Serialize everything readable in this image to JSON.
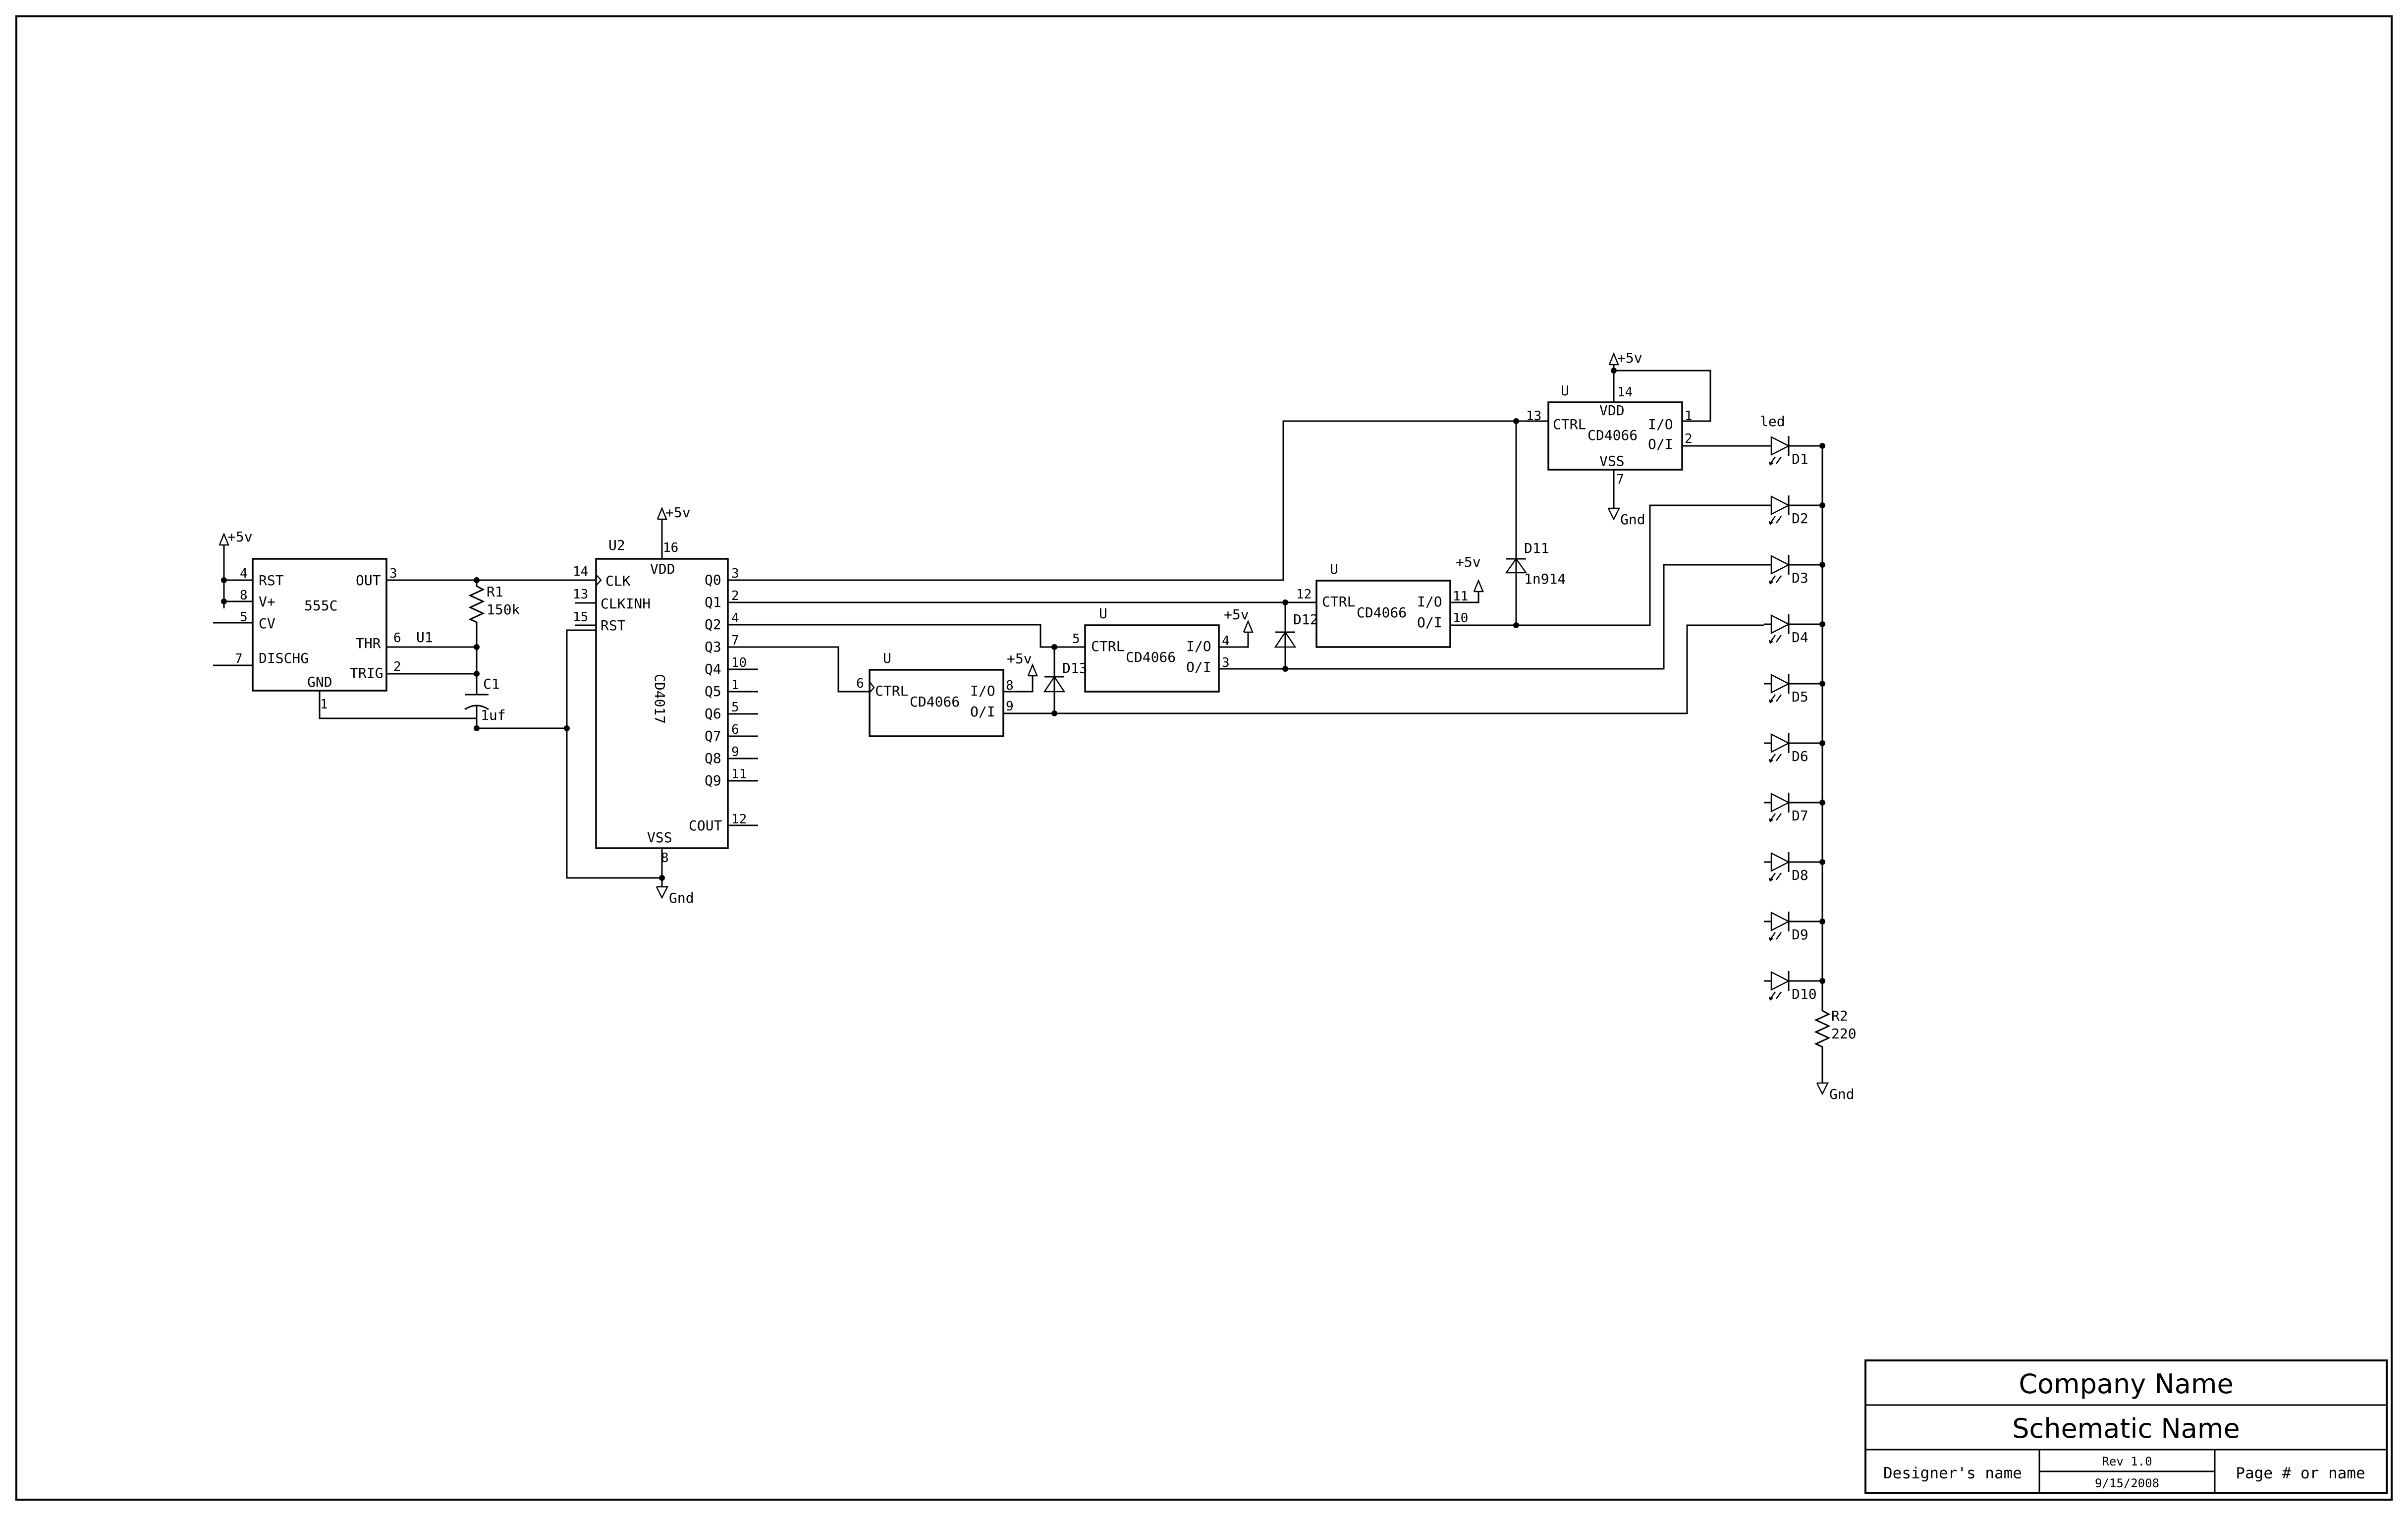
{
  "u1": {
    "ref": "U1",
    "part": "555C",
    "pins": {
      "rst": "RST",
      "vplus": "V+",
      "cv": "CV",
      "dischg": "DISCHG",
      "out": "OUT",
      "thr": "THR",
      "trig": "TRIG",
      "gnd": "GND"
    },
    "pin_numbers": {
      "rst": "4",
      "vplus": "8",
      "cv": "5",
      "dischg": "7",
      "out": "3",
      "thr": "6",
      "trig": "2",
      "gnd": "1"
    }
  },
  "u2": {
    "ref": "U2",
    "part": "CD4017",
    "pins": {
      "vdd": "VDD",
      "clk": "CLK",
      "clkinh": "CLKINH",
      "rst": "RST",
      "vss": "VSS",
      "cout": "COUT",
      "outputs": [
        "Q0",
        "Q1",
        "Q2",
        "Q3",
        "Q4",
        "Q5",
        "Q6",
        "Q7",
        "Q8",
        "Q9"
      ]
    },
    "pin_numbers": {
      "vdd": "16",
      "clk": "14",
      "clkinh": "13",
      "rst": "15",
      "vss": "8",
      "cout": "12",
      "outputs": [
        "3",
        "2",
        "4",
        "7",
        "10",
        "1",
        "5",
        "6",
        "9",
        "11"
      ]
    }
  },
  "switches": [
    {
      "ref": "U",
      "part": "CD4066",
      "ctrl": "CTRL",
      "io": "I/O",
      "oi": "O/I",
      "ctrl_pin": "6",
      "io_pin": "8",
      "oi_pin": "9"
    },
    {
      "ref": "U",
      "part": "CD4066",
      "ctrl": "CTRL",
      "io": "I/O",
      "oi": "O/I",
      "ctrl_pin": "5",
      "io_pin": "4",
      "oi_pin": "3"
    },
    {
      "ref": "U",
      "part": "CD4066",
      "ctrl": "CTRL",
      "io": "I/O",
      "oi": "O/I",
      "ctrl_pin": "12",
      "io_pin": "11",
      "oi_pin": "10"
    },
    {
      "ref": "U",
      "part": "CD4066",
      "ctrl": "CTRL",
      "io": "I/O",
      "oi": "O/I",
      "ctrl_pin": "13",
      "io_pin": "1",
      "oi_pin": "2",
      "vdd": "VDD",
      "vss": "VSS",
      "vdd_pin": "14",
      "vss_pin": "7"
    }
  ],
  "components": {
    "r1": {
      "ref": "R1",
      "value": "150k"
    },
    "c1": {
      "ref": "C1",
      "value": "1uf"
    },
    "r2": {
      "ref": "R2",
      "value": "220"
    },
    "d11": {
      "ref": "D11",
      "value": "1n914"
    },
    "d12": {
      "ref": "D12"
    },
    "d13": {
      "ref": "D13"
    },
    "leds_label": "led",
    "leds": [
      "D1",
      "D2",
      "D3",
      "D4",
      "D5",
      "D6",
      "D7",
      "D8",
      "D9",
      "D10"
    ]
  },
  "power": {
    "vcc": "+5v",
    "gnd": "Gnd"
  },
  "title_block": {
    "company": "Company Name",
    "schematic": "Schematic Name",
    "designer": "Designer's name",
    "rev": "Rev 1.0",
    "date": "9/15/2008",
    "page": "Page # or name"
  }
}
